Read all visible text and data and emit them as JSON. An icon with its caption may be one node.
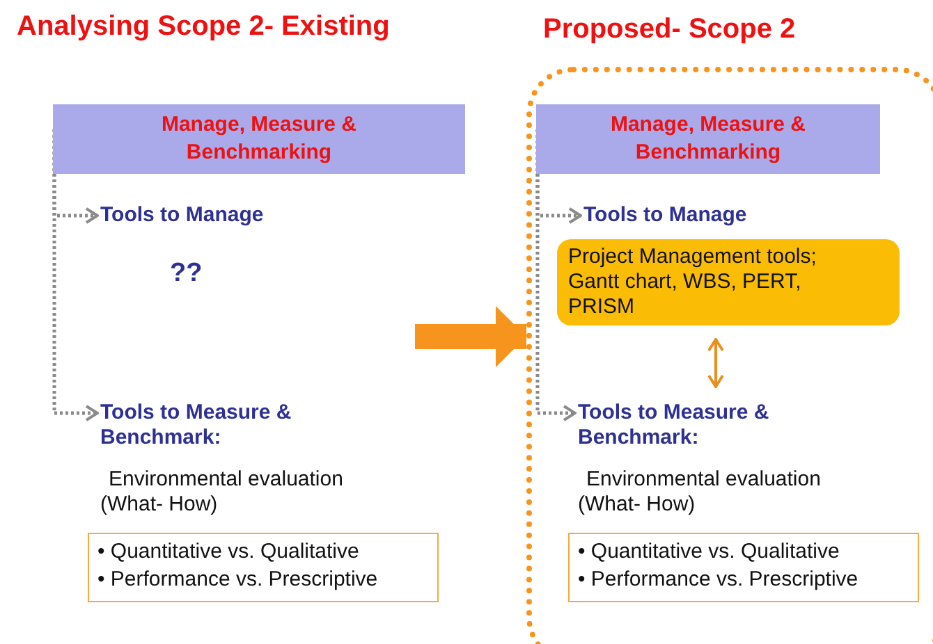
{
  "diagram": {
    "nodes": [
      {
        "text": [
          "Manage, Measure & Benchmarking"
        ]
      },
      {
        "text": [
          "Tools to Manage"
        ]
      },
      {
        "text": [
          "Tools to Measure & Benchmark:"
        ]
      },
      {
        "text": [
          "• Quantitative vs. Qualitative",
          "• Performance vs. Prescriptive"
        ]
      },
      {
        "text": [
          "Proposed- Scope 2"
        ]
      },
      {
        "text": [
          "Manage, Measure & Benchmarking"
        ],
        "in": 4
      },
      {
        "text": [
          "Tools to Manage"
        ],
        "in": 4
      },
      {
        "text": [
          "Project Management tools; Gantt chart, WBS, PERT, PRISM"
        ],
        "in": 4
      },
      {
        "text": [
          "Tools to Measure & Benchmark:"
        ],
        "in": 4
      },
      {
        "text": [
          "• Quantitative vs. Qualitative",
          "• Performance vs. Prescriptive"
        ],
        "in": 4
      }
    ],
    "edges": [
      {
        "from": 0,
        "to": 1,
        "arrow": "to",
        "style": "dashed"
      },
      {
        "from": 0,
        "to": 2,
        "arrow": "to",
        "style": "dashed"
      },
      {
        "from": null,
        "to": 4,
        "arrow": "to",
        "style": "thick",
        "color": "#f7941d"
      },
      {
        "from": 5,
        "to": 6,
        "arrow": "to",
        "style": "dashed"
      },
      {
        "from": 5,
        "to": 8,
        "arrow": "to",
        "style": "dashed"
      },
      {
        "from": 7,
        "to": 8,
        "arrow": "both",
        "color": "#e8901e"
      }
    ],
    "labels": [
      "Analysing Scope 2- Existing",
      "??",
      "Environmental evaluation (What- How)",
      "Environmental evaluation (What- How)"
    ]
  }
}
